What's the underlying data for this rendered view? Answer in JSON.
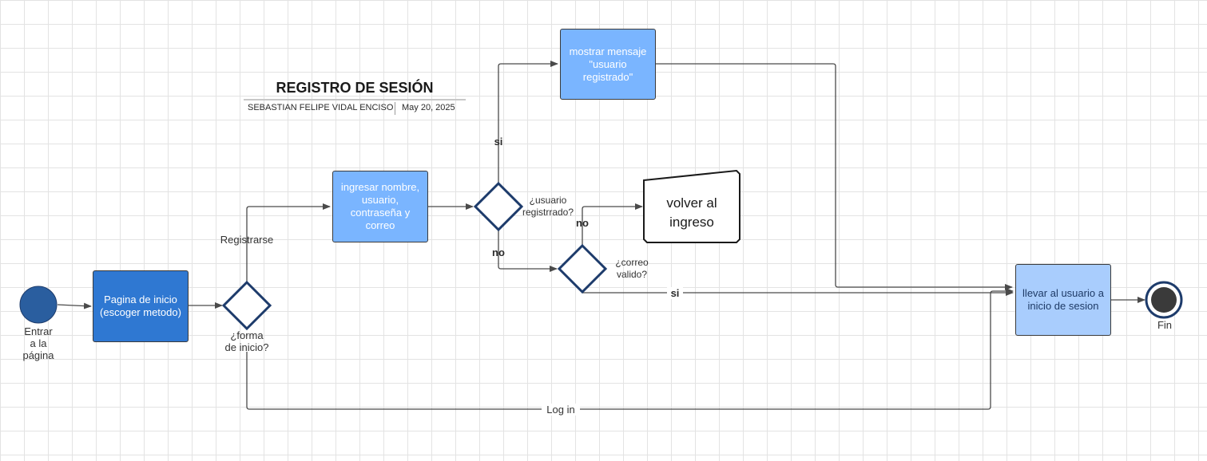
{
  "document": {
    "title": "REGISTRO DE SESIÓN",
    "author": "SEBASTIAN FELIPE  VIDAL ENCISO",
    "date": "May 20, 2025"
  },
  "nodes": {
    "start_label": "Entrar\na la\npágina",
    "home_page": "Pagina de inicio (escoger metodo)",
    "login_choice": "¿forma\nde inicio?",
    "enter_data": "ingresar nombre, usuario, contraseña y correo",
    "user_check": "¿usuario\nregistrrado?",
    "show_message": "mostrar mensaje \"usuario registrado\"",
    "back_to_entry": "volver al ingreso",
    "email_check": "¿correo\nvalido?",
    "go_to_login": "llevar al usuario a inicio de sesion",
    "end_label": "Fin"
  },
  "edges": {
    "register": "Registrarse",
    "login": "Log in",
    "user_yes": "si",
    "user_no": "no",
    "email_no": "no",
    "email_yes": "si"
  },
  "colors": {
    "line": "#4a4a4a",
    "decision_border": "#1d3b6b",
    "start_fill": "#2a5e9f",
    "end_fill": "#3a3a3a",
    "dark_box": "#2f78d2",
    "light_box": "#7ab5ff",
    "pale_box": "#a9cdfd"
  }
}
